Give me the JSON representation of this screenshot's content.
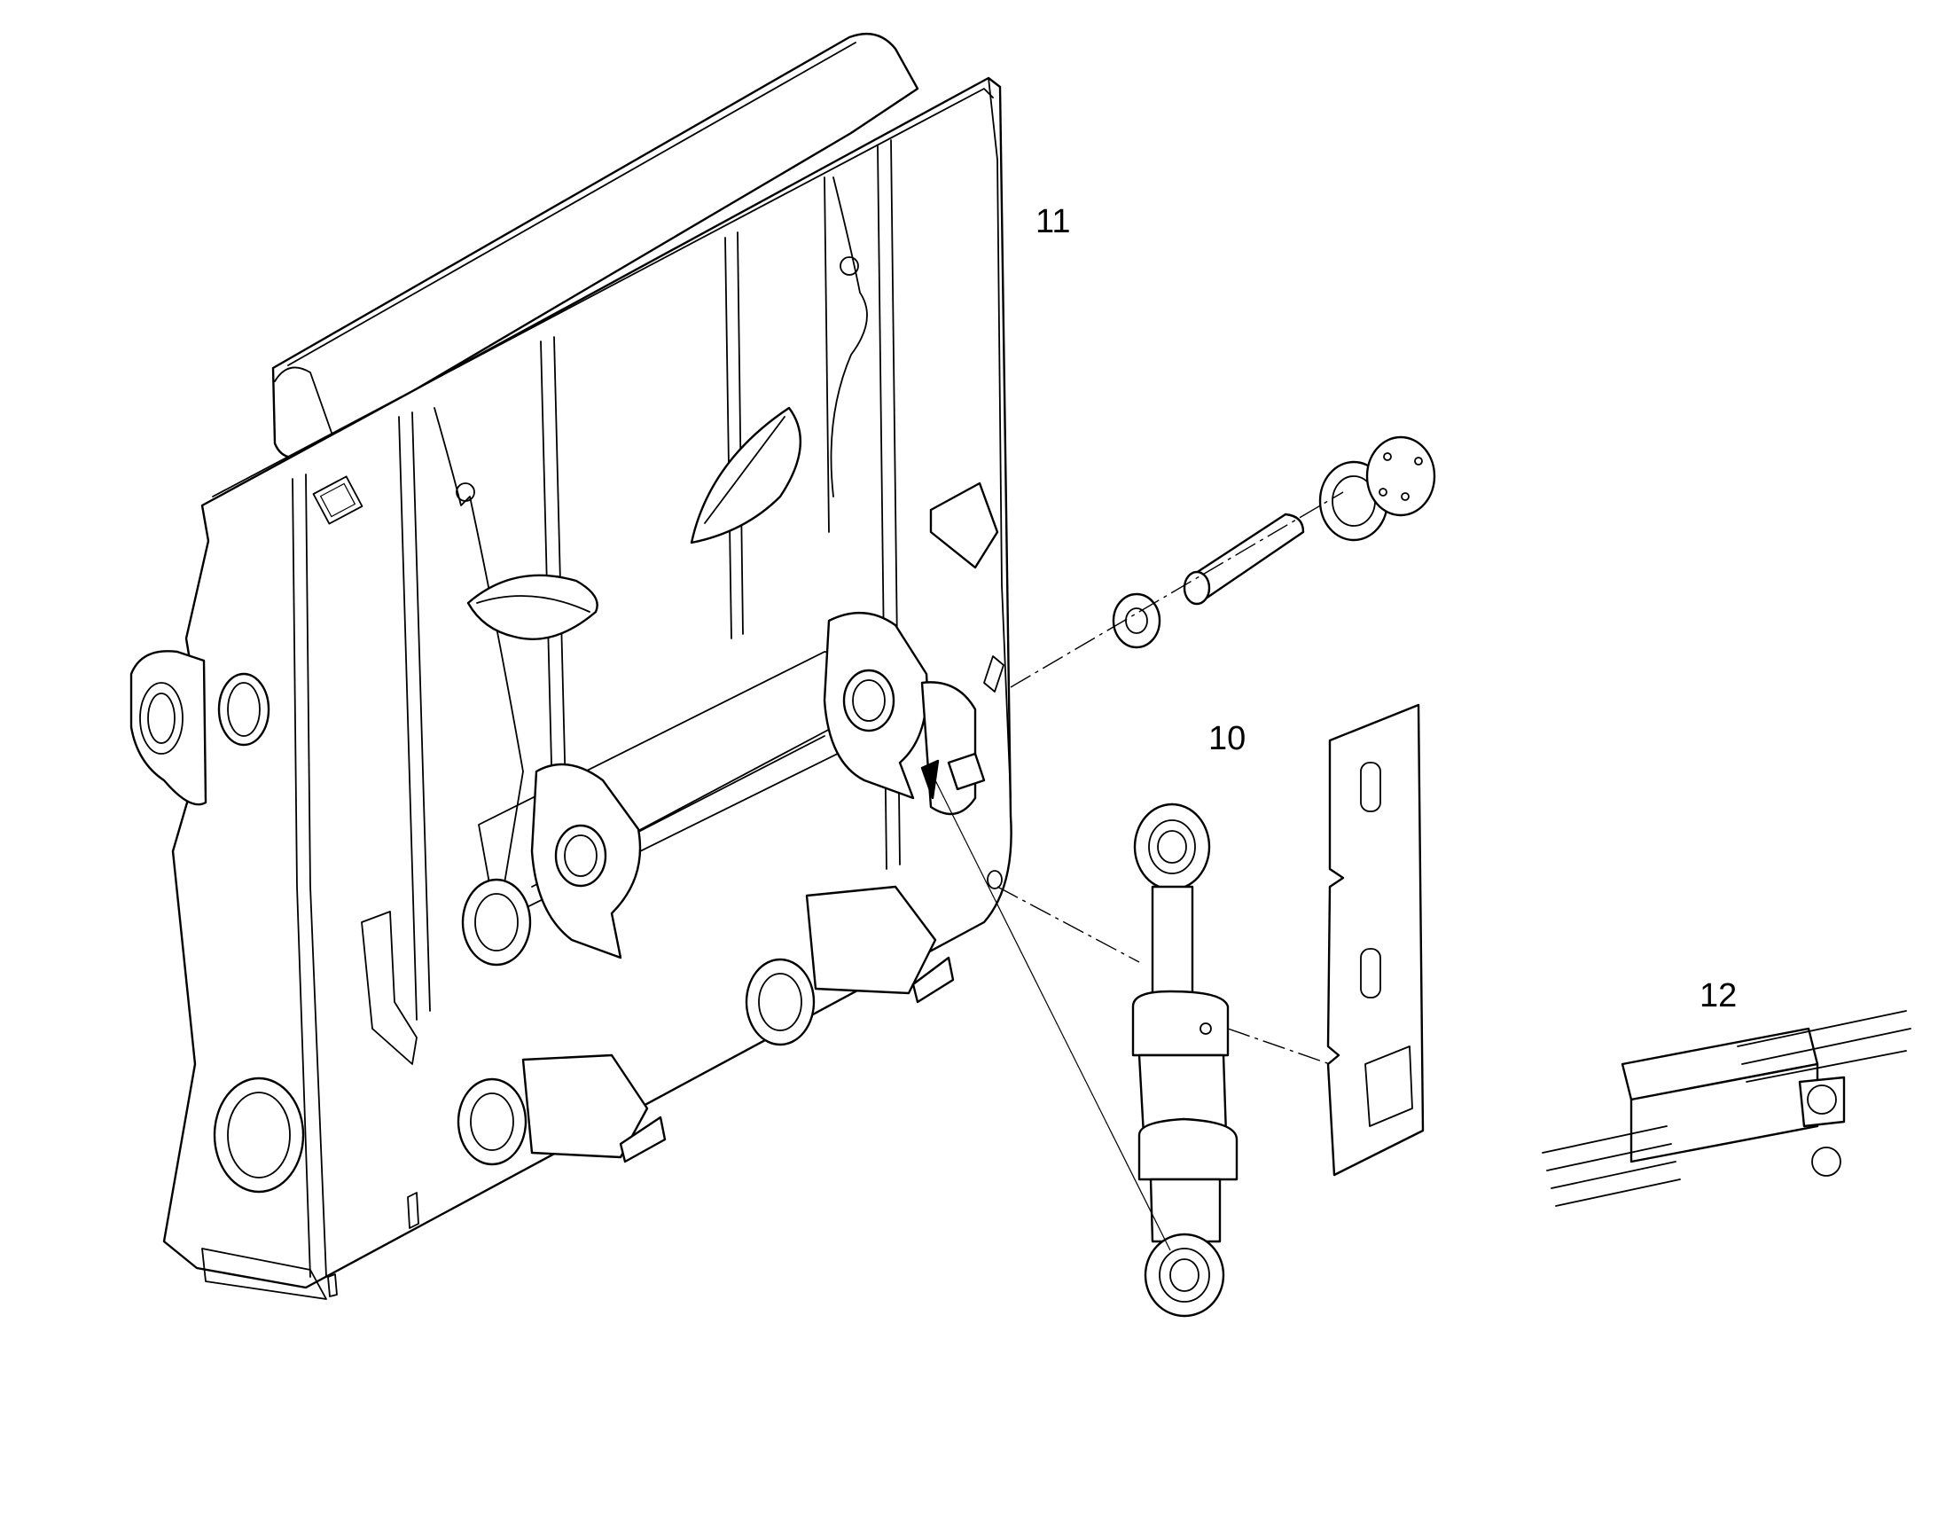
{
  "diagram": {
    "callouts": [
      {
        "id": "frame",
        "label": "11"
      },
      {
        "id": "cylinder",
        "label": "10"
      },
      {
        "id": "valve-block",
        "label": "12"
      }
    ],
    "colors": {
      "line": "#000000",
      "background": "#ffffff"
    }
  }
}
